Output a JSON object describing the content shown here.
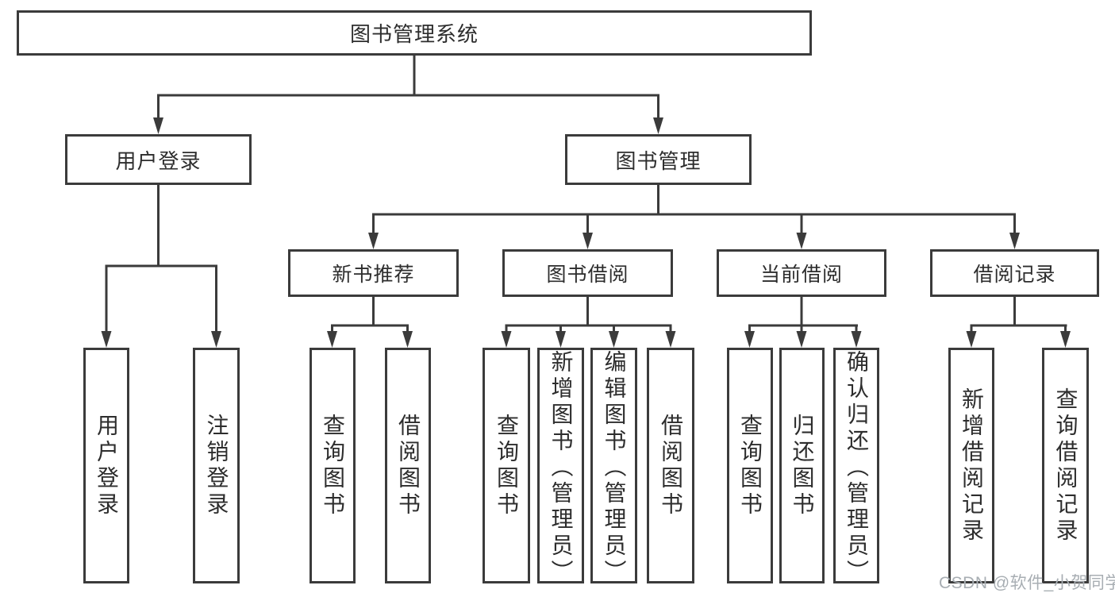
{
  "title": "图书管理系统",
  "tree": {
    "user_login": {
      "label": "用户登录",
      "children": [
        "用户登录",
        "注销登录"
      ]
    },
    "book_mgmt": {
      "label": "图书管理",
      "sections": {
        "new_book": {
          "label": "新书推荐",
          "children": [
            "查询图书",
            "借阅图书"
          ]
        },
        "book_borrow": {
          "label": "图书借阅",
          "children": [
            "查询图书",
            "新增图书（管理员）",
            "编辑图书（管理员）",
            "借阅图书"
          ]
        },
        "current_borrow": {
          "label": "当前借阅",
          "children": [
            "查询图书",
            "归还图书",
            "确认归还（管理员）"
          ]
        },
        "borrow_record": {
          "label": "借阅记录",
          "children": [
            "新增借阅记录",
            "查询借阅记录"
          ]
        }
      }
    }
  },
  "watermark": "CSDN @软件_小贺同学",
  "colors": {
    "line": "#3b3b3b",
    "text": "#2d2d2d",
    "box_background": "#ffffff",
    "watermark_text": "#a8aeb3"
  }
}
